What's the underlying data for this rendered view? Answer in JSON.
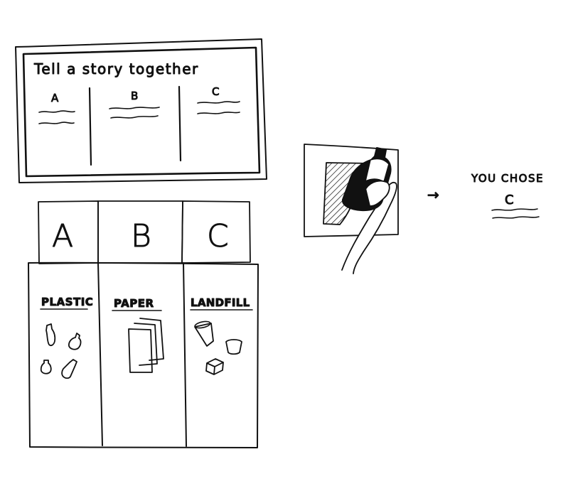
{
  "board": {
    "title": "Tell a story together",
    "columns": [
      {
        "label": "A"
      },
      {
        "label": "B"
      },
      {
        "label": "C"
      }
    ]
  },
  "bins": [
    {
      "letter": "A",
      "category": "PLASTIC"
    },
    {
      "letter": "B",
      "category": "PAPER"
    },
    {
      "letter": "C",
      "category": "LANDFILL"
    }
  ],
  "arrow": "→",
  "result": {
    "line1": "YOU CHOSE",
    "choice": "C"
  }
}
